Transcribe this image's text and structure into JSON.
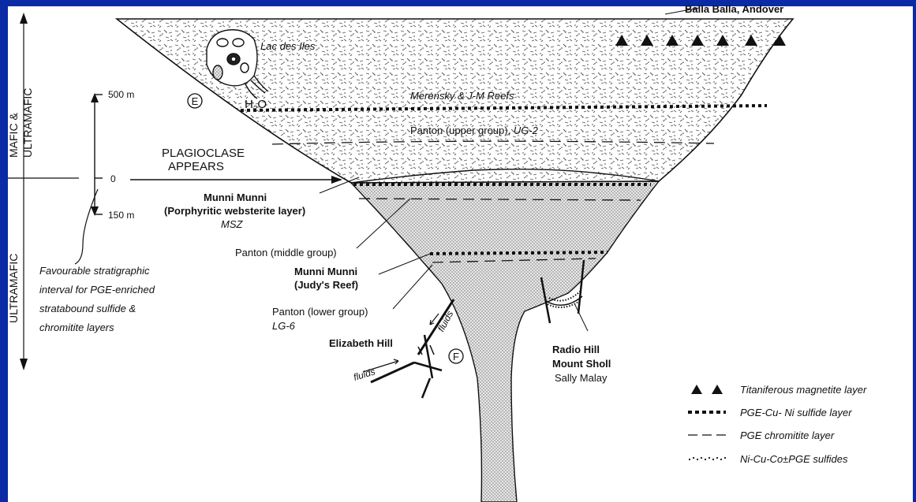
{
  "axis": {
    "top_zone": "MAFIC &\nULTRAMAFIC",
    "top_zone_line1": "MAFIC &",
    "top_zone_line2": "ULTRAMAFIC",
    "bottom_zone": "ULTRAMAFIC",
    "scale_top": "500 m",
    "scale_zero": "0",
    "scale_bottom": "150 m"
  },
  "plagioclase": {
    "line1": "PLAGIOCLASE",
    "line2": "APPEARS"
  },
  "favourable": {
    "line1": "Favourable stratigraphic",
    "line2": "interval for PGE-enriched",
    "line3": "stratabound sulfide &",
    "line4": "chromitite layers"
  },
  "labels": {
    "balla": "Balla Balla,  Andover",
    "lac": "Lac des Iles",
    "marker_e": "E",
    "marker_f": "F",
    "h2o_h": "H",
    "h2o_sub": "2",
    "h2o_o": "O",
    "merensky": "Merensky & J-M Reefs",
    "panton_upper": "Panton (upper group), ",
    "ug2": "UG-2",
    "munni1_line1": "Munni Munni",
    "munni1_line2": "(Porphyritic websterite layer)",
    "msz": "MSZ",
    "panton_middle": "Panton (middle group)",
    "munni2_line1": "Munni Munni",
    "munni2_line2": "(Judy's Reef)",
    "panton_lower": "Panton (lower group)",
    "lg6": "LG-6",
    "elizabeth": "Elizabeth Hill",
    "fluids1": "fluids",
    "fluids2": "fluids",
    "radio": "Radio Hill",
    "mount": "Mount Sholl",
    "sally": "Sally Malay"
  },
  "legend": {
    "magnetite": "Titaniferous magnetite layer",
    "sulfide": "PGE-Cu- Ni sulfide layer",
    "chromitite": "PGE chromitite layer",
    "nicu": "Ni-Cu-Co±PGE sulfides"
  },
  "colors": {
    "frame": "#0a2aa6",
    "ink": "#111111",
    "stipple": "#c8c8c8"
  }
}
